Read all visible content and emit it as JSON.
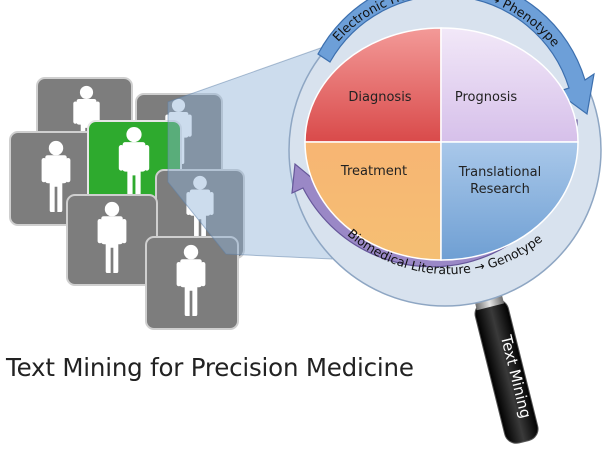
{
  "caption": "Text Mining for Precision Medicine",
  "outer_top_label": "Electronic Health Records → Phenotype",
  "outer_bottom_label": "Biomedical Literature → Genotype",
  "quadrants": {
    "diagnosis": "Diagnosis",
    "prognosis": "Prognosis",
    "treatment": "Treatment",
    "translational_line1": "Translational",
    "translational_line2": "Research"
  },
  "magnifier_handle_label": "Text Mining",
  "colors": {
    "highlight_tile": "#2eaa2e",
    "gray_tile": "#7d7d7d",
    "top_arrow": "#6d9fd8",
    "bottom_arrow": "#9a88c6",
    "diagnosis": "#e65b5a",
    "prognosis": "#ddc8ee",
    "treatment": "#f5a35a",
    "translational": "#8cb2dc"
  },
  "icons": [
    "person-icon",
    "magnifying-glass-icon",
    "circular-arrow-icon"
  ]
}
